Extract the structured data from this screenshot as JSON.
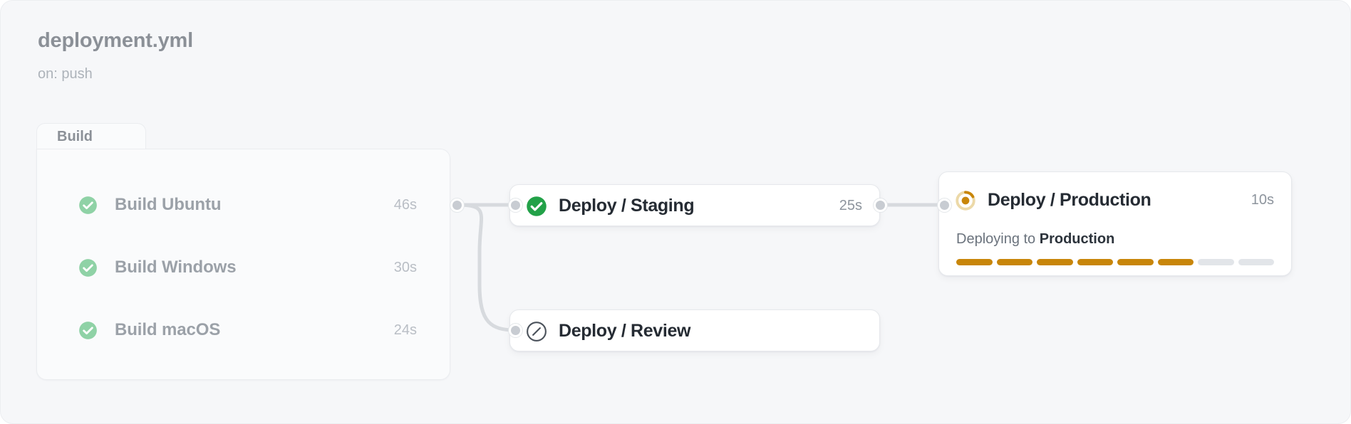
{
  "workflow": {
    "title": "deployment.yml",
    "trigger": "on: push"
  },
  "group": {
    "tab_label": "Build",
    "jobs": [
      {
        "name": "Build Ubuntu",
        "duration": "46s",
        "status": "success",
        "status_icon": "check-circle-icon"
      },
      {
        "name": "Build Windows",
        "duration": "30s",
        "status": "success",
        "status_icon": "check-circle-icon"
      },
      {
        "name": "Build macOS",
        "duration": "24s",
        "status": "success",
        "status_icon": "check-circle-icon"
      }
    ]
  },
  "nodes": [
    {
      "id": "staging",
      "title": "Deploy / Staging",
      "duration": "25s",
      "status": "success",
      "status_icon": "check-circle-filled-icon"
    },
    {
      "id": "review",
      "title": "Deploy / Review",
      "duration": "",
      "status": "skipped",
      "status_icon": "skipped-circle-slash-icon"
    },
    {
      "id": "production",
      "title": "Deploy / Production",
      "duration": "10s",
      "status": "running",
      "status_icon": "spinner-ring-icon",
      "subtitle_prefix": "Deploying to ",
      "subtitle_target": "Production",
      "progress": {
        "total_segments": 8,
        "filled_segments": 6
      }
    }
  ],
  "colors": {
    "canvas_bg": "#f6f7f9",
    "group_bg": "#fafbfc",
    "node_bg": "#ffffff",
    "success_muted": "#8fd2a6",
    "success_strong": "#22a council",
    "success_solid": "#22a148",
    "running_amber": "#c8860a",
    "running_amber_track": "#ecd9a8",
    "skipped_gray": "#4c535c",
    "edge_gray": "#d7dade",
    "handle_gray": "#c8ccd2"
  }
}
